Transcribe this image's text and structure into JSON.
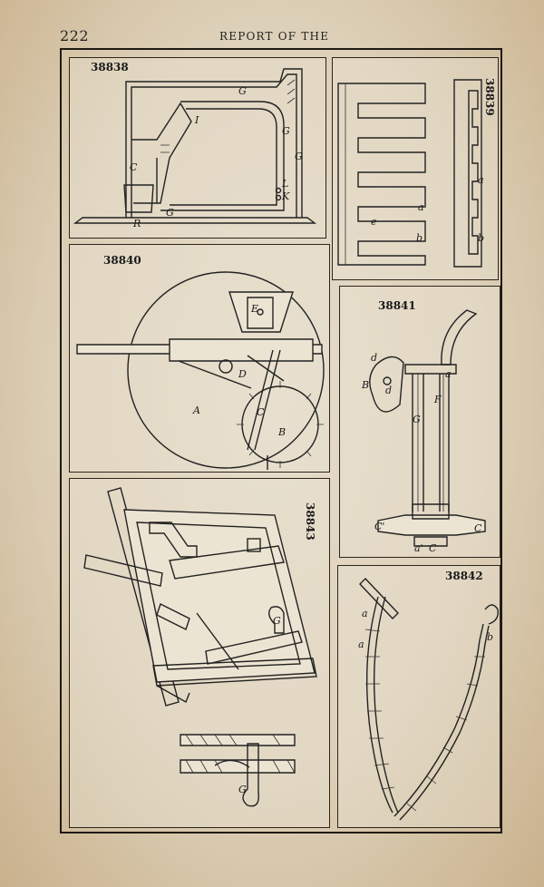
{
  "header": {
    "page_number": "222",
    "running_head": "REPORT OF THE"
  },
  "figures": {
    "fig_38838": {
      "number": "38838",
      "labels": {
        "G1": "G",
        "I": "I",
        "G2": "G",
        "G3": "G",
        "C": "C",
        "L": "L",
        "K": "K",
        "G4": "G",
        "R": "R"
      }
    },
    "fig_38839": {
      "number": "38839",
      "labels": {
        "a": "a",
        "b": "b",
        "e": "e",
        "a2": "a",
        "b2": "b"
      }
    },
    "fig_38840": {
      "number": "38840",
      "labels": {
        "E": "E",
        "D": "D",
        "A": "A",
        "C": "C",
        "B": "B"
      }
    },
    "fig_38841": {
      "number": "38841",
      "labels": {
        "d1": "d",
        "B": "B",
        "d2": "d",
        "a": "a",
        "F": "F",
        "G": "G",
        "C1": "C'",
        "C2": "C",
        "a2": "a'",
        "C3": "C"
      }
    },
    "fig_38843": {
      "number": "38843",
      "labels": {
        "G1": "G",
        "G2": "G"
      }
    },
    "fig_38842": {
      "number": "38842",
      "labels": {
        "a1": "a",
        "a2": "a",
        "b": "b"
      }
    }
  }
}
